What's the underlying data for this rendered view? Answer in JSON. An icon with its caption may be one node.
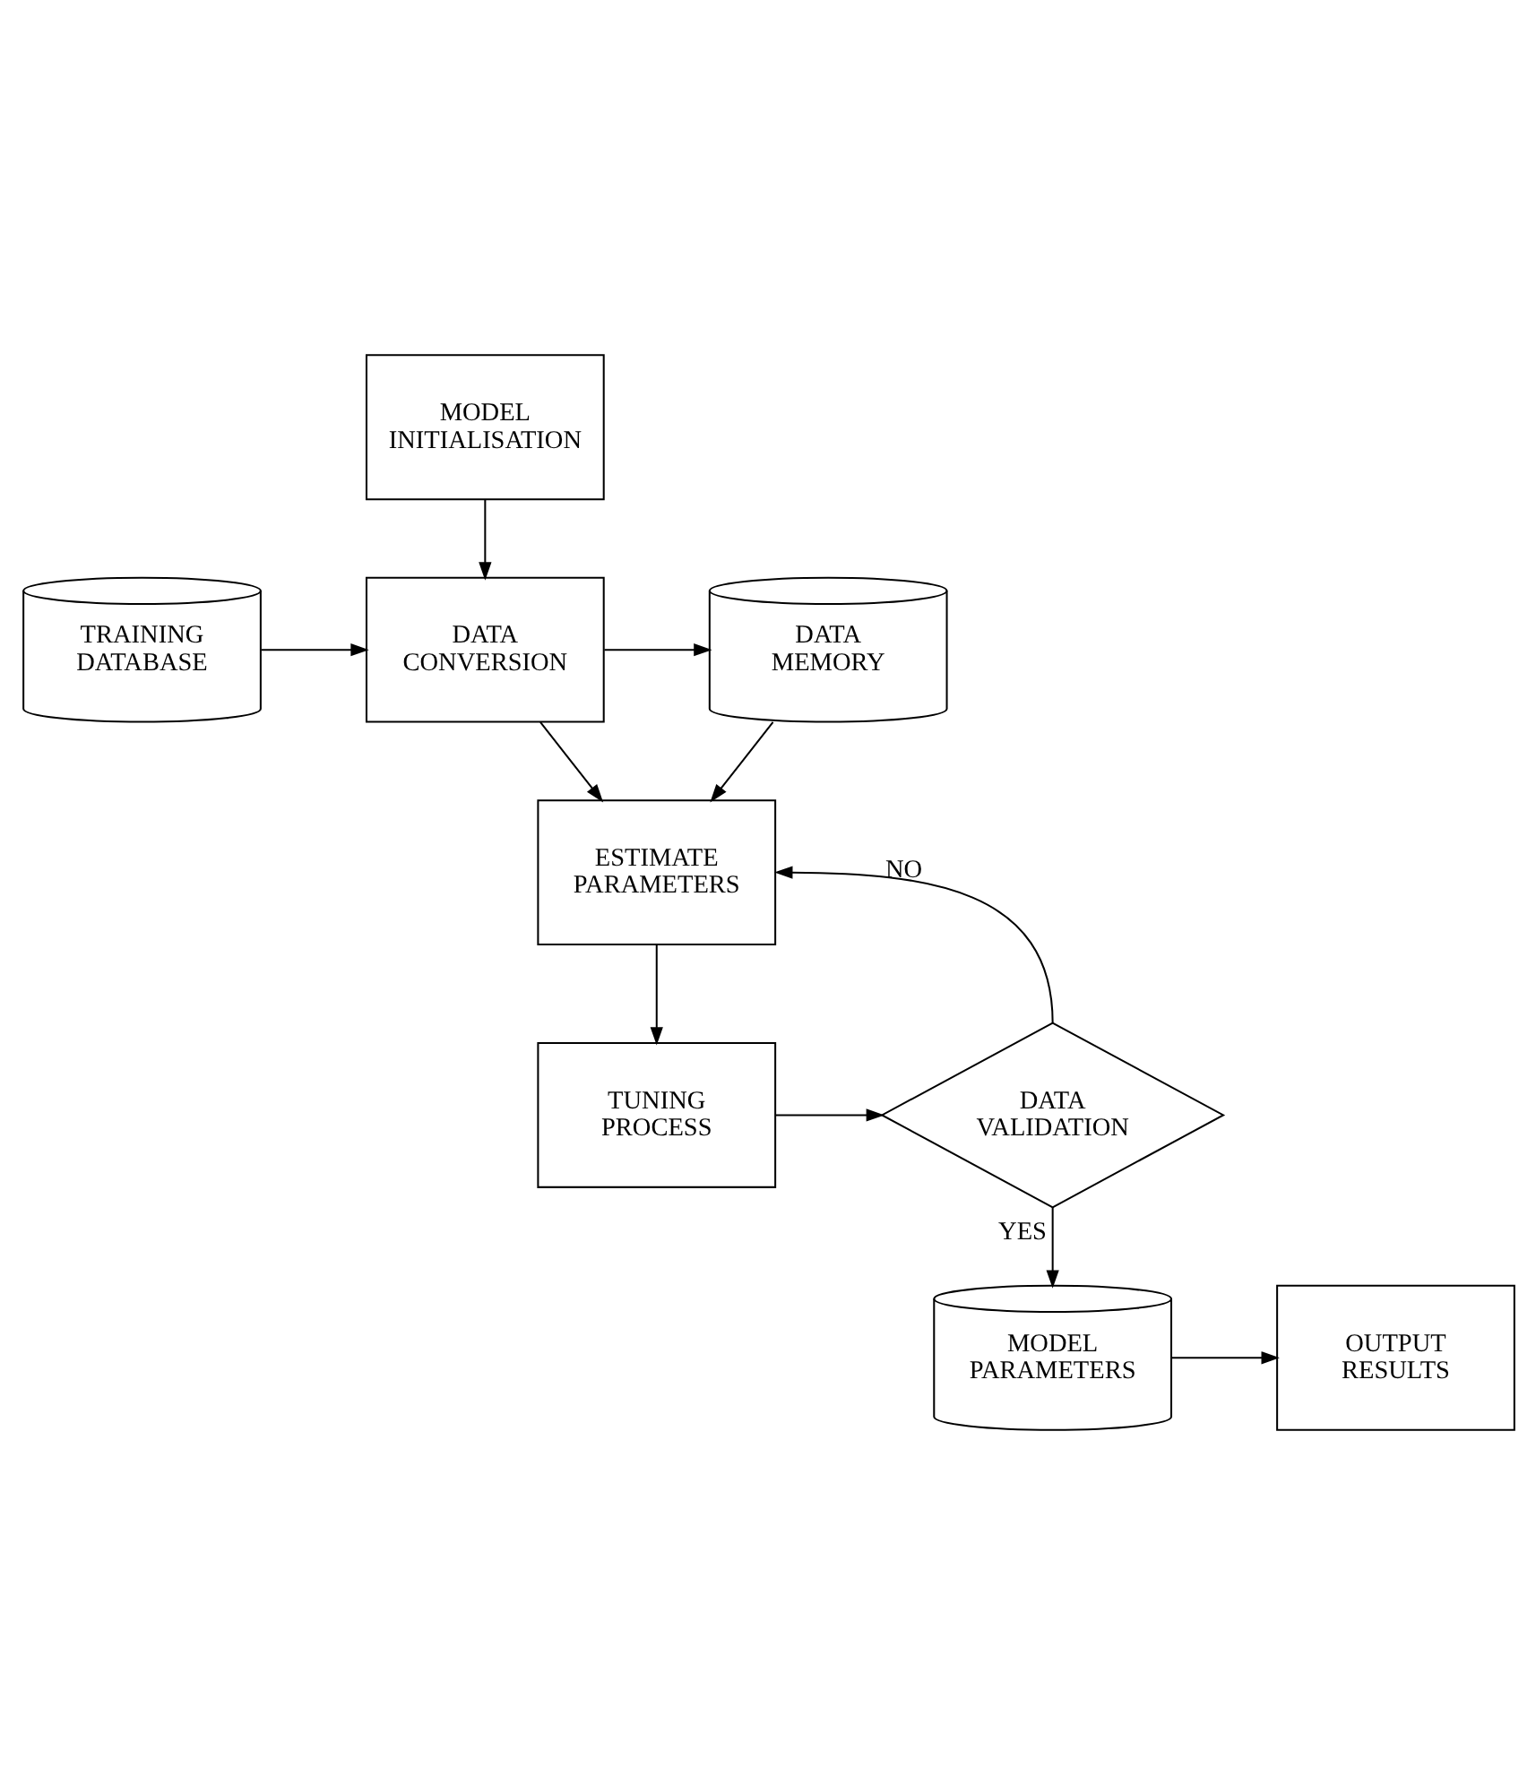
{
  "diagram": {
    "nodes": [
      {
        "text": [
          "MODEL INITIALISATION"
        ]
      },
      {
        "text": [
          "TRAINING DATABASE"
        ]
      },
      {
        "text": [
          "DATA CONVERSION"
        ]
      },
      {
        "text": [
          "DATA MEMORY"
        ]
      },
      {
        "text": [
          "ESTIMATE PARAMETERS"
        ]
      },
      {
        "text": [
          "TUNING PROCESS"
        ]
      },
      {
        "text": [
          "DATA VALIDATION"
        ]
      },
      {
        "text": [
          "OUTPUT RESULTS"
        ]
      },
      {
        "text": [
          "MODEL PARAMETERS"
        ]
      }
    ],
    "edges": [
      {
        "from": 0,
        "to": 2,
        "arrow": "to"
      },
      {
        "from": 1,
        "to": 2,
        "arrow": "to"
      },
      {
        "from": 2,
        "to": 3,
        "arrow": "to"
      },
      {
        "from": 2,
        "to": 4,
        "arrow": "to"
      },
      {
        "from": 3,
        "to": 4,
        "arrow": "to"
      },
      {
        "from": 4,
        "to": 5,
        "arrow": "to"
      },
      {
        "from": 5,
        "to": 6,
        "arrow": "to"
      },
      {
        "from": 6,
        "to": 4,
        "label": "NO",
        "arrow": "to"
      },
      {
        "from": 6,
        "to": 8,
        "label": "YES",
        "arrow": "to"
      },
      {
        "from": 8,
        "to": 7,
        "arrow": "to"
      }
    ]
  }
}
